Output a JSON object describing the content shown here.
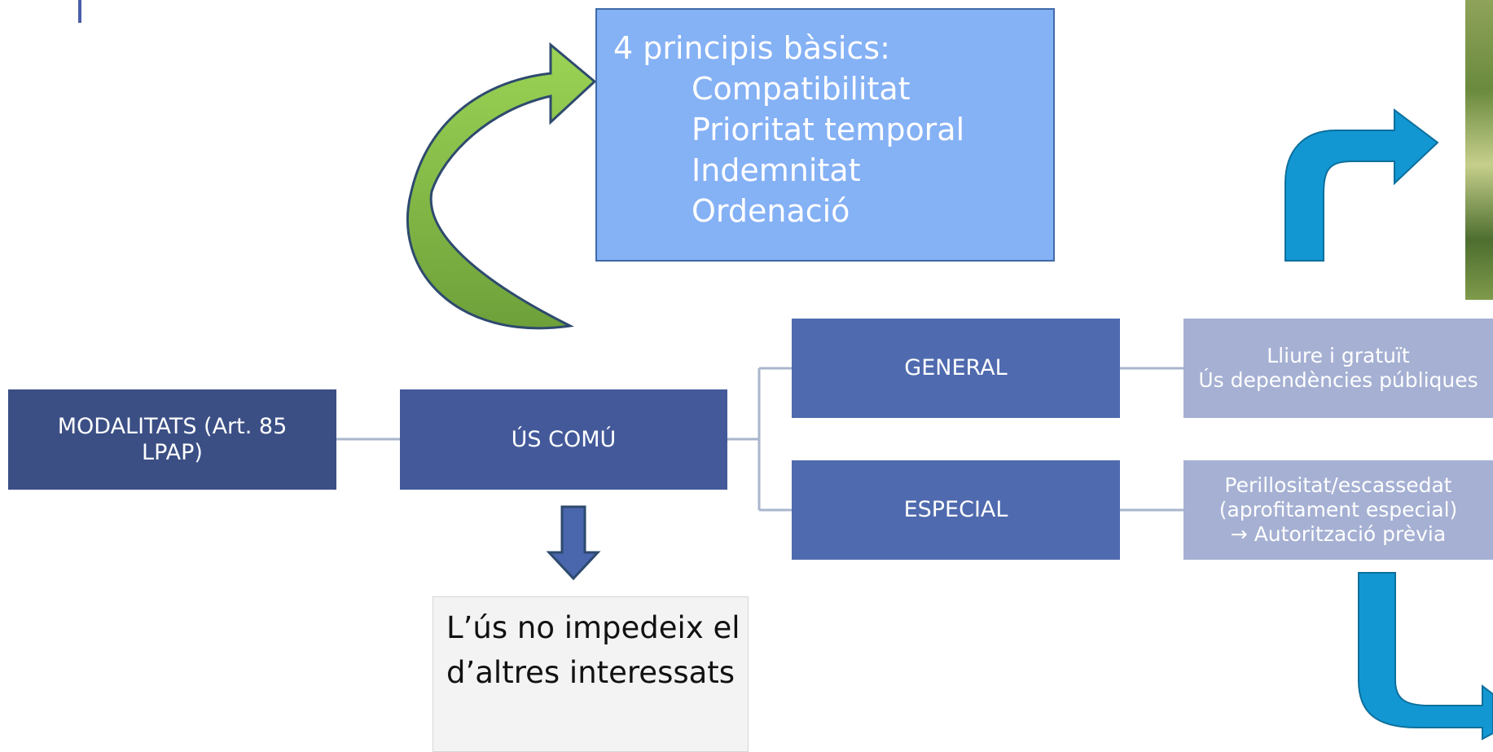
{
  "principles": {
    "title": "4 principis bàsics:",
    "items": [
      "Compatibilitat",
      "Prioritat temporal",
      "Indemnitat",
      "Ordenació"
    ]
  },
  "nodes": {
    "modalitats": "MODALITATS (Art. 85 LPAP)",
    "us_comu": "ÚS COMÚ",
    "general": "GENERAL",
    "especial": "ESPECIAL"
  },
  "general_detail": {
    "line1": "Lliure i gratuït",
    "line2": "Ús dependències públiques"
  },
  "especial_detail": {
    "line1": "Perillositat/escassedat",
    "line2": "(aprofitament especial)",
    "line3": "→ Autorització prèvia"
  },
  "note": {
    "text": "L’ús no impedeix el d’altres interessats"
  },
  "colors": {
    "principles_box": "#85b1f5",
    "level1": "#3b4f85",
    "level2": "#43599a",
    "level3": "#4f6aae",
    "detail_box": "#a5b0d3",
    "green_arrow": "#8bc34a",
    "blue_arrow": "#1297d3"
  }
}
